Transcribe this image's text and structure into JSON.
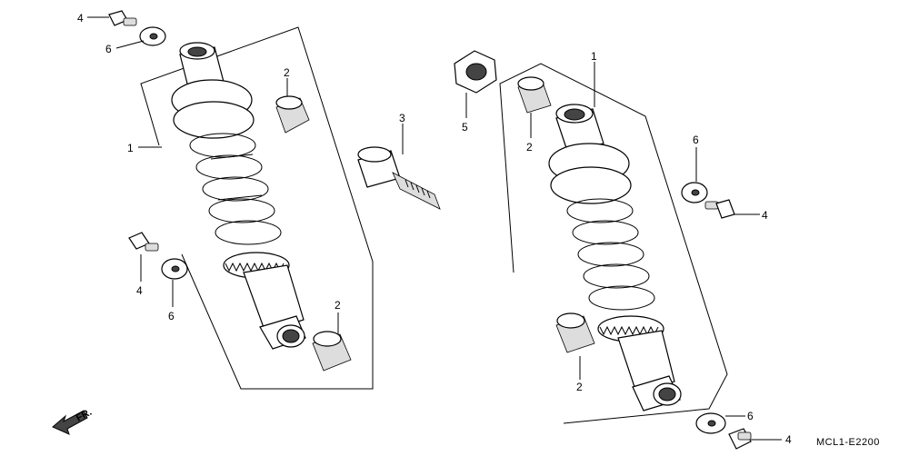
{
  "diagram": {
    "drawing_code": "MCL1-E2200",
    "direction_label": "FR.",
    "callouts": [
      {
        "id": "c1",
        "text": "4"
      },
      {
        "id": "c2",
        "text": "6"
      },
      {
        "id": "c3",
        "text": "1"
      },
      {
        "id": "c4",
        "text": "2"
      },
      {
        "id": "c5",
        "text": "4"
      },
      {
        "id": "c6",
        "text": "6"
      },
      {
        "id": "c7",
        "text": "2"
      },
      {
        "id": "c8",
        "text": "3"
      },
      {
        "id": "c9",
        "text": "5"
      },
      {
        "id": "c10",
        "text": "1"
      },
      {
        "id": "c11",
        "text": "2"
      },
      {
        "id": "c12",
        "text": "6"
      },
      {
        "id": "c13",
        "text": "4"
      },
      {
        "id": "c14",
        "text": "2"
      },
      {
        "id": "c15",
        "text": "6"
      },
      {
        "id": "c16",
        "text": "4"
      }
    ]
  }
}
